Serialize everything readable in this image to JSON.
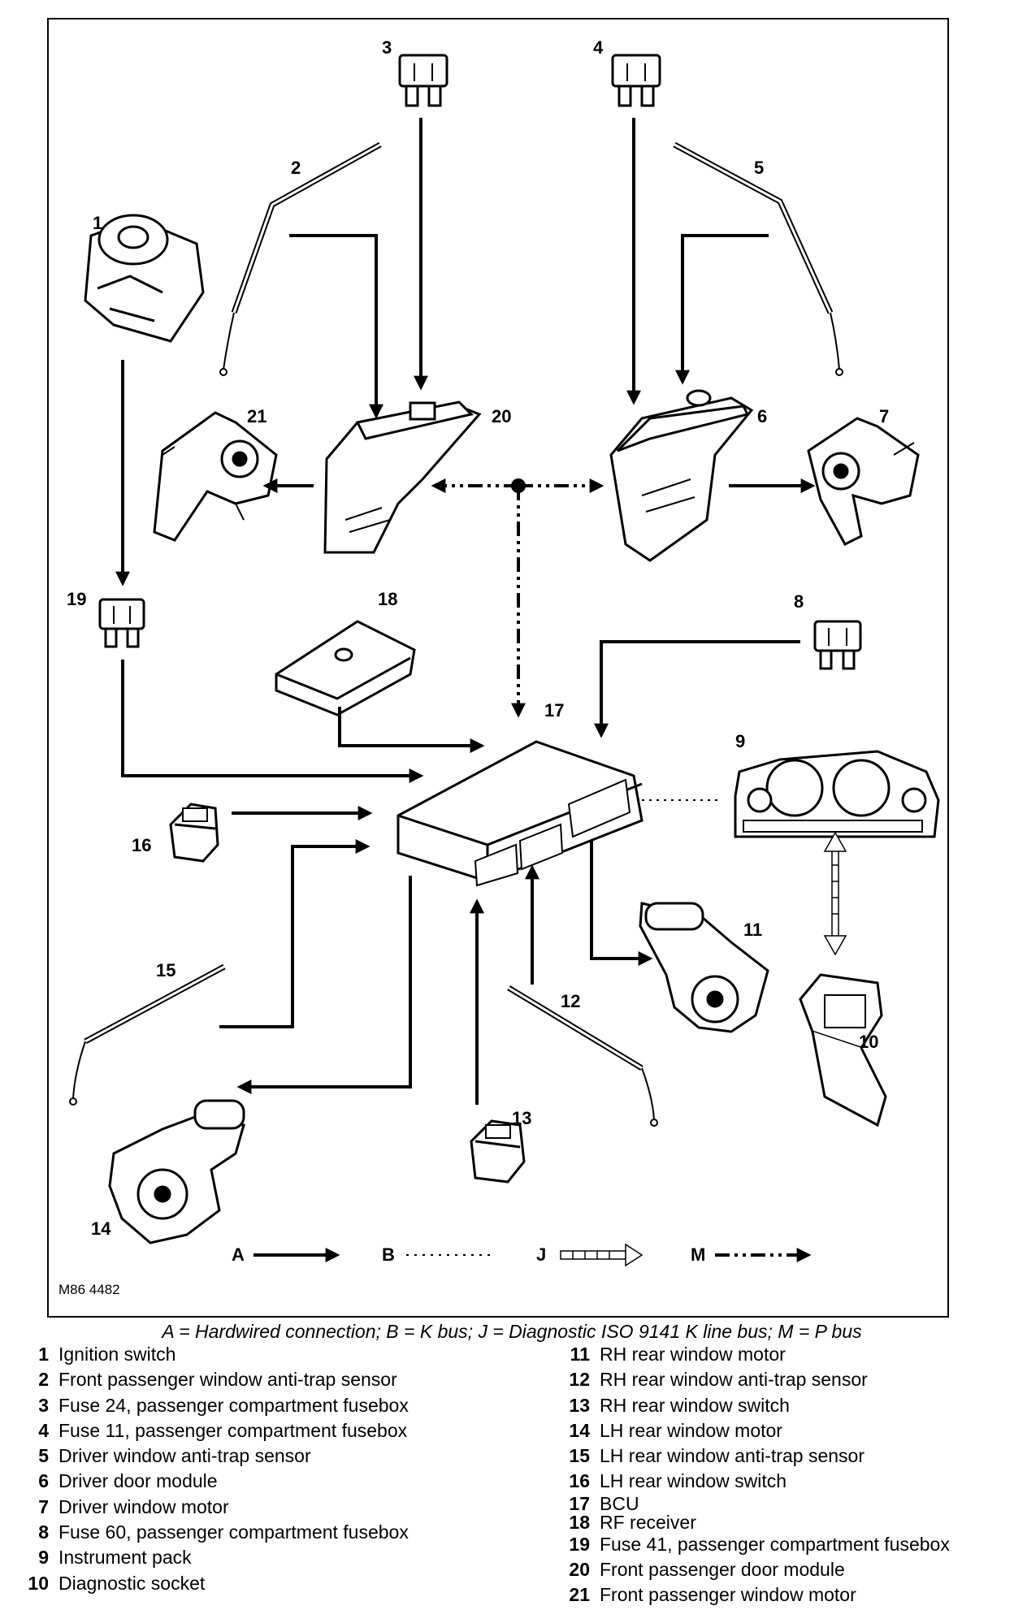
{
  "figure_id": "M86 4482",
  "components": {
    "n1": "1",
    "n2": "2",
    "n3": "3",
    "n4": "4",
    "n5": "5",
    "n6": "6",
    "n7": "7",
    "n8": "8",
    "n9": "9",
    "n10": "10",
    "n11": "11",
    "n12": "12",
    "n13": "13",
    "n14": "14",
    "n15": "15",
    "n16": "16",
    "n17": "17",
    "n18": "18",
    "n19": "19",
    "n20": "20",
    "n21": "21"
  },
  "legend": {
    "a": "A",
    "b": "B",
    "j": "J",
    "m": "M",
    "caption": "A = Hardwired connection; B = K bus; J = Diagnostic ISO 9141 K line bus; M = P bus"
  },
  "parts_left": [
    {
      "num": "1",
      "name": "Ignition switch"
    },
    {
      "num": "2",
      "name": "Front passenger window anti-trap sensor"
    },
    {
      "num": "3",
      "name": "Fuse 24, passenger compartment fusebox"
    },
    {
      "num": "4",
      "name": "Fuse 11, passenger compartment fusebox"
    },
    {
      "num": "5",
      "name": "Driver window anti-trap sensor"
    },
    {
      "num": "6",
      "name": "Driver door module"
    },
    {
      "num": "7",
      "name": "Driver window motor"
    },
    {
      "num": "8",
      "name": "Fuse 60, passenger compartment fusebox"
    },
    {
      "num": "9",
      "name": "Instrument pack"
    },
    {
      "num": "10",
      "name": "Diagnostic socket"
    }
  ],
  "parts_right": [
    {
      "num": "11",
      "name": "RH rear window motor"
    },
    {
      "num": "12",
      "name": "RH rear window anti-trap sensor"
    },
    {
      "num": "13",
      "name": "RH rear window switch"
    },
    {
      "num": "14",
      "name": "LH rear window motor"
    },
    {
      "num": "15",
      "name": "LH rear window anti-trap sensor"
    },
    {
      "num": "16",
      "name": "LH rear window switch"
    },
    {
      "num": "17",
      "name": "BCU"
    },
    {
      "num": "18",
      "name": "RF receiver"
    },
    {
      "num": "19",
      "name": "Fuse 41, passenger compartment fusebox"
    },
    {
      "num": "20",
      "name": "Front passenger door module"
    },
    {
      "num": "21",
      "name": "Front passenger window motor"
    }
  ]
}
